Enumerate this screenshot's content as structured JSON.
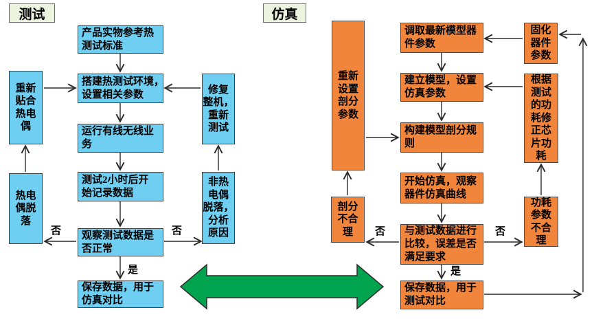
{
  "diagram": {
    "test": {
      "label": "测试",
      "main": [
        "产品实物参考热\n测试标准",
        "搭建热测试环境，\n设置相关参数",
        "运行有线无线业\n务",
        "测试2小时后开\n始记录数据",
        "观察测试数据是\n否正常",
        "保存数据，用于\n仿真对比"
      ],
      "side_left": [
        "重新\n贴合\n热电\n偶",
        "热电\n偶脱\n落"
      ],
      "side_right": [
        "修复\n整机，\n重新\n测试",
        "非热\n电偶\n脱落，\n分析\n原因"
      ]
    },
    "sim": {
      "label": "仿真",
      "main": [
        "调取最新模型器\n件参数",
        "建立模型，设置\n仿真参数",
        "构建模型剖分规\n则",
        "开始仿真，观察\n器件仿真曲线",
        "与测试数据进行\n比较，误差是否\n满足要求",
        "保存数据，用于\n测试对比"
      ],
      "side_left": [
        "重新\n设置\n剖分\n参数",
        "剖分\n不合\n理"
      ],
      "side_right": [
        "固化\n器件\n参数",
        "根据\n测试\n的功\n耗修\n正芯\n片功\n耗",
        "功耗\n参数\n不合\n理"
      ]
    },
    "branch_labels": {
      "no": "否",
      "yes": "是"
    },
    "colors": {
      "test_box_fill": "#6FCFF2",
      "sim_box_fill": "#F0853B",
      "section_label_fill": "#ECF3DF",
      "compare_arrow_fill": "#00A44F",
      "line_color": "#2A2A2A"
    }
  }
}
